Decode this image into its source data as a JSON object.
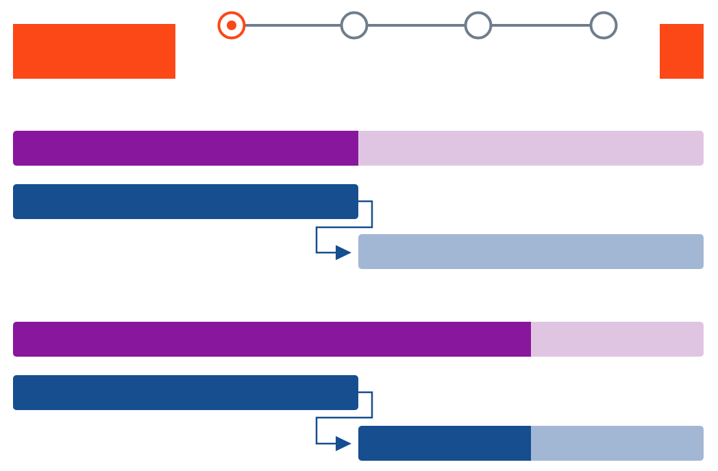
{
  "colors": {
    "background": "#ffffff",
    "accent_orange": "#fc4716",
    "step_line": "#6f7d8c",
    "step_ring_inactive": "#6f7d8c",
    "purple_fill": "#88179d",
    "purple_track": "#e0c5e3",
    "blue_fill": "#164e8f",
    "blue_track": "#a2b7d4",
    "connector": "#164e8f"
  },
  "stepper": {
    "steps": [
      {
        "state": "active"
      },
      {
        "state": "inactive"
      },
      {
        "state": "inactive"
      },
      {
        "state": "inactive"
      }
    ]
  },
  "groups": [
    {
      "progress_bar": {
        "level": 0.5
      },
      "task_bar": {
        "level": 1.0
      },
      "dependent_bar": {
        "level": 0.0
      }
    },
    {
      "progress_bar": {
        "level": 0.75
      },
      "task_bar": {
        "level": 1.0
      },
      "dependent_bar": {
        "level": 0.5
      }
    }
  ]
}
